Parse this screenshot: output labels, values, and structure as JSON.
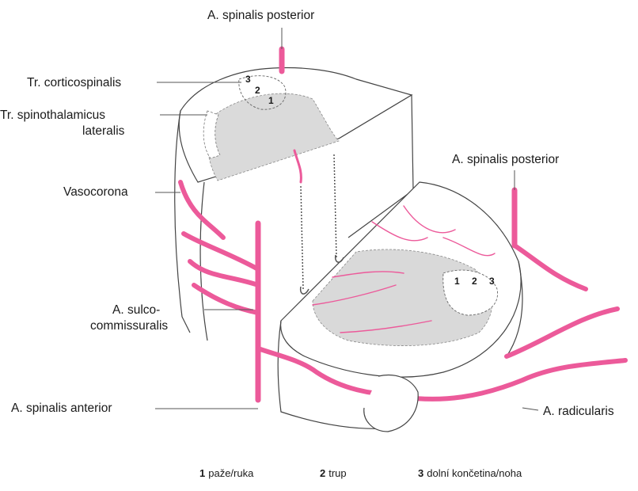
{
  "labels": {
    "spinalis_posterior_top": "A. spinalis posterior",
    "corticospinalis": "Tr. corticospinalis",
    "spinothalamicus_1": "Tr. spinothalamicus",
    "spinothalamicus_2": "lateralis",
    "vasocorona": "Vasocorona",
    "spinalis_posterior_right": "A. spinalis posterior",
    "sulcocommissuralis_1": "A. sulco-",
    "sulcocommissuralis_2": "commissuralis",
    "spinalis_anterior": "A. spinalis anterior",
    "radicularis": "A. radicularis"
  },
  "segment_numbers": [
    "1",
    "2",
    "3"
  ],
  "legend": [
    {
      "num": "1",
      "text": "paže/ruka"
    },
    {
      "num": "2",
      "text": "trup"
    },
    {
      "num": "3",
      "text": "dolní končetina/noha"
    }
  ],
  "colors": {
    "artery": "#ec5a9a",
    "grey_matter": "#d9d9d9",
    "outline": "#444444",
    "leader": "#555555"
  }
}
